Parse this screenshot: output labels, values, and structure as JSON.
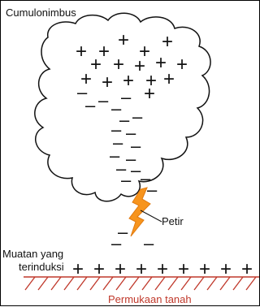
{
  "labels": {
    "cloud": "Cumulonimbus",
    "lightning": "Petir",
    "induced_line1": "Muatan yang",
    "induced_line2": "terinduksi",
    "ground": "Permukaan tanah"
  },
  "symbols": {
    "positive": "+",
    "negative": "–"
  },
  "colors": {
    "lightning": "#f7941d",
    "ground_hatch": "#c0392b",
    "ground_text": "#c0392b",
    "cloud_outline": "#111111"
  }
}
